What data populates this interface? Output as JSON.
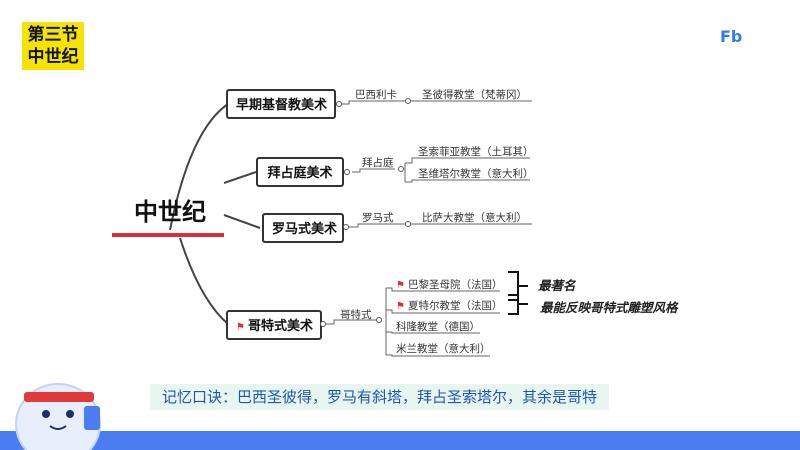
{
  "section_tag": {
    "line1": "第三节",
    "line2": "中世纪"
  },
  "logo": "Fb",
  "center": "中世纪",
  "branches": {
    "early": {
      "label": "早期基督教美术",
      "sub": "巴西利卡",
      "items": [
        "圣彼得教堂（梵蒂冈）"
      ]
    },
    "byzantine": {
      "label": "拜占庭美术",
      "sub": "拜占庭",
      "items": [
        "圣索菲亚教堂（土耳其）",
        "圣维塔尔教堂（意大利）"
      ]
    },
    "romanesque": {
      "label": "罗马式美术",
      "sub": "罗马式",
      "items": [
        "比萨大教堂（意大利）"
      ]
    },
    "gothic": {
      "label": "哥特式美术",
      "sub": "哥特式",
      "items": [
        "巴黎圣母院（法国）",
        "夏特尔教堂（法国）",
        "科隆教堂（德国）",
        "米兰教堂（意大利）"
      ]
    }
  },
  "annotations": {
    "first": "最著名",
    "second": "最能反映哥特式雕塑风格"
  },
  "mnemonic": "记忆口诀：巴西圣彼得，罗马有斜塔，拜占圣索塔尔，其余是哥特",
  "colors": {
    "tag_yellow": "#f5e400",
    "logo_blue": "#2e7cf0",
    "underline_red": "#d8303a",
    "flag_red": "#e23030",
    "mnemonic_bg": "#e7f6ee",
    "mnemonic_text": "#1f55b8",
    "bar_blue": "#4a7ef0"
  }
}
